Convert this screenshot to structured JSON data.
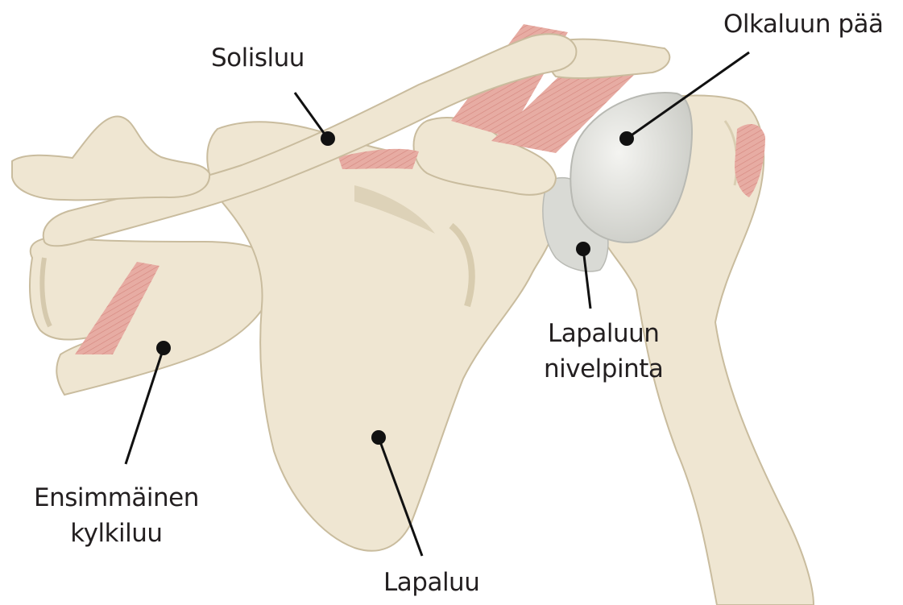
{
  "labels": {
    "solisluu": "Solisluu",
    "olkaluun_paa": "Olkaluun pää",
    "lapaluun_nivelpinta_line1": "Lapaluun",
    "lapaluun_nivelpinta_line2": "nivelpinta",
    "ensimmainen_kylkiluu_line1": "Ensimmäinen",
    "ensimmainen_kylkiluu_line2": "kylkiluu",
    "lapaluu": "Lapaluu"
  },
  "colors": {
    "bone": "#efe6d2",
    "bone_outline": "#c9bc9e",
    "bone_shadow": "#ddd2b8",
    "cartilage": "#dadbd6",
    "ligament": "#e5a9a0",
    "ligament_stripe": "#d58a82",
    "leader": "#111111"
  }
}
